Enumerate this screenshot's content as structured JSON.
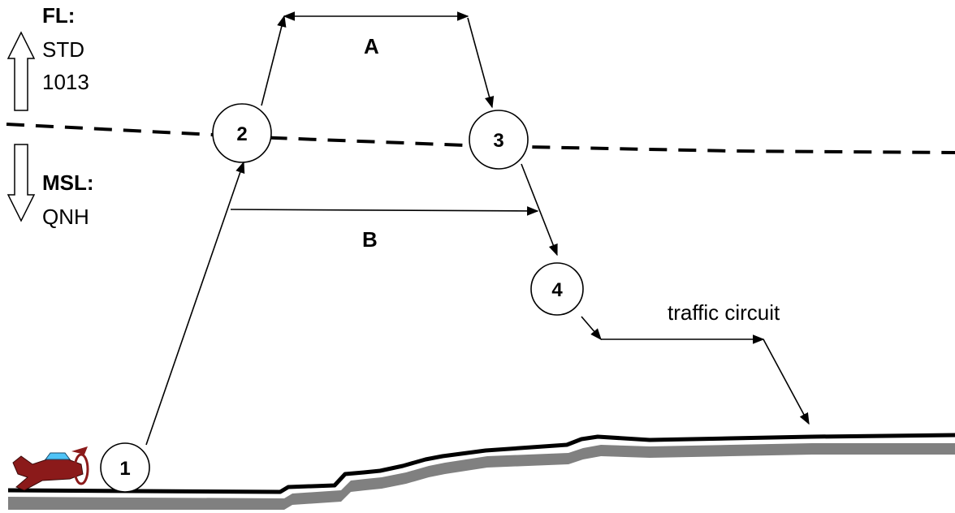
{
  "legend": {
    "fl_label": "FL:",
    "fl_line1": "STD",
    "fl_line2": "1013",
    "msl_label": "MSL:",
    "msl_line1": "QNH"
  },
  "waypoints": [
    "1",
    "2",
    "3",
    "4"
  ],
  "segments": {
    "a_label": "A",
    "b_label": "B",
    "traffic_circuit_label": "traffic circuit"
  },
  "colors": {
    "ground_line": "#000000",
    "ground_shadow": "#808080",
    "aircraft_body": "#8b1a1a",
    "aircraft_canopy": "#4fc3f7"
  }
}
